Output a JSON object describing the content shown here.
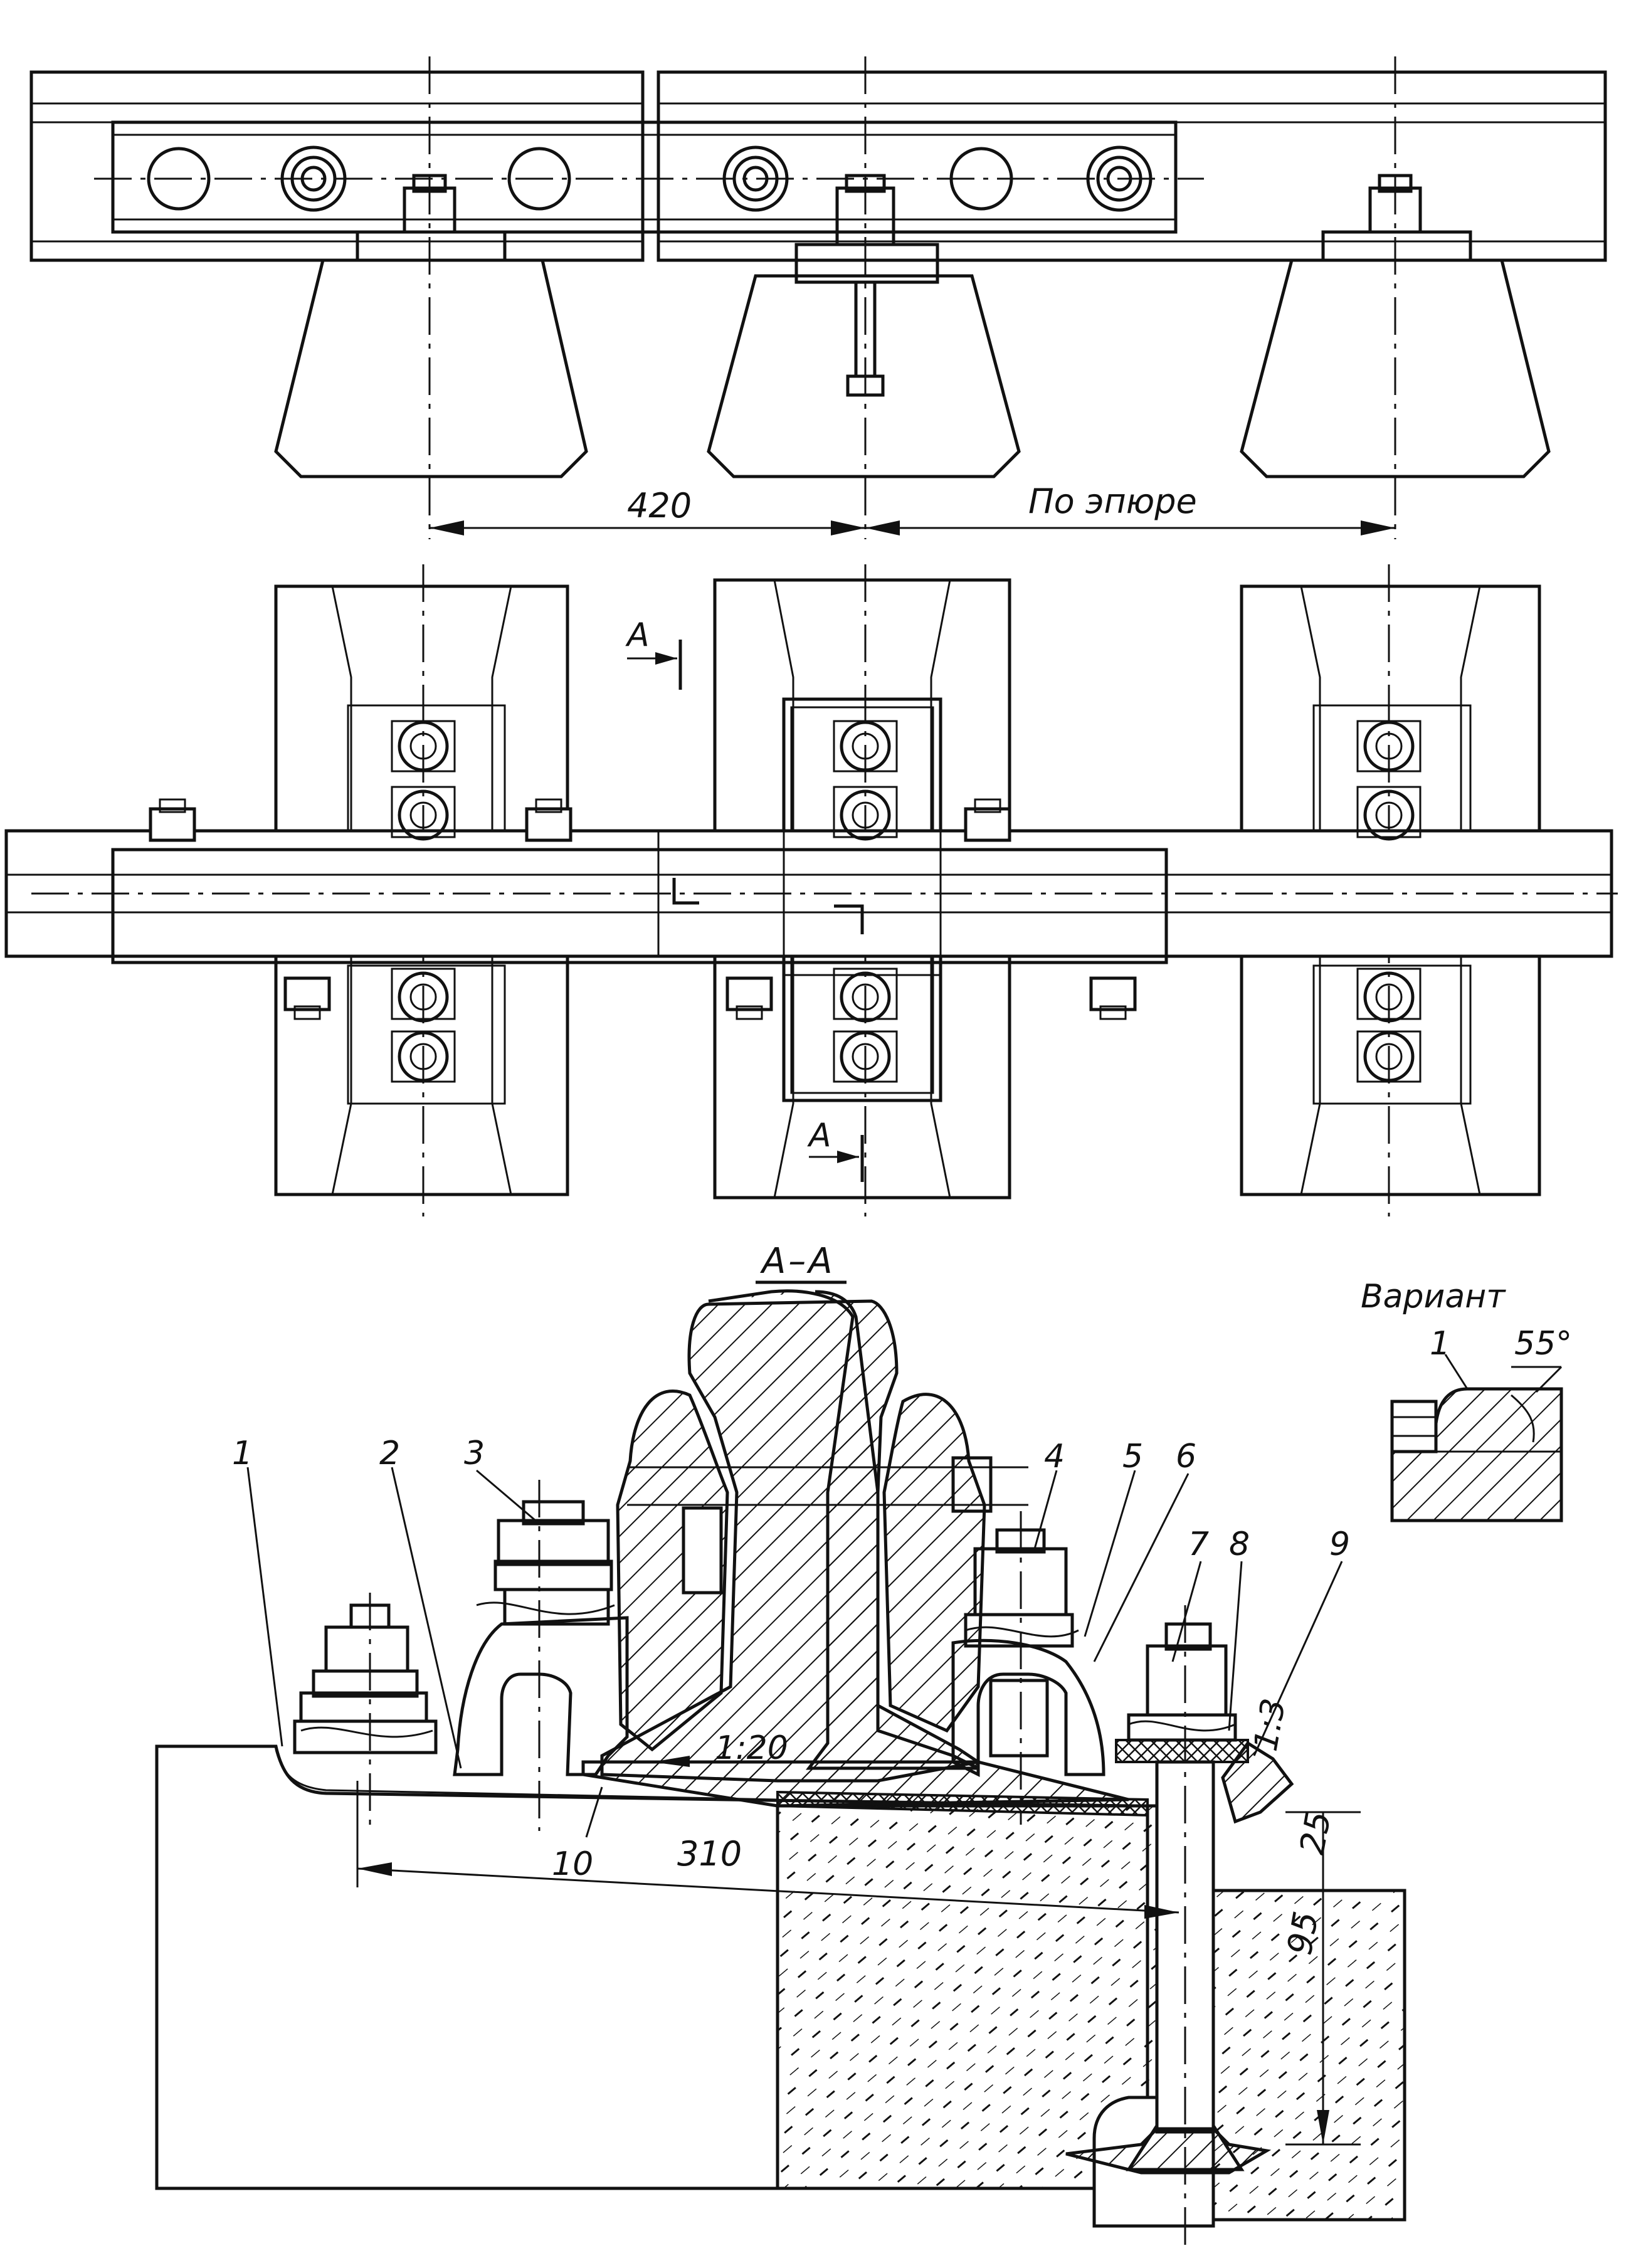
{
  "dimensions": {
    "spacing_joint": "420",
    "spacing_other": "По эпюре",
    "width_base": "310",
    "depth_bolt": "95",
    "depth_top": "25",
    "slope_rail": "1:20",
    "slope_fill": "1:3"
  },
  "section": {
    "title": "А–А",
    "marker_letter": "А"
  },
  "variant": {
    "title": "Вариант",
    "angle": "55°",
    "callout": "1"
  },
  "callouts": [
    "1",
    "2",
    "3",
    "4",
    "5",
    "6",
    "7",
    "8",
    "9",
    "10"
  ]
}
